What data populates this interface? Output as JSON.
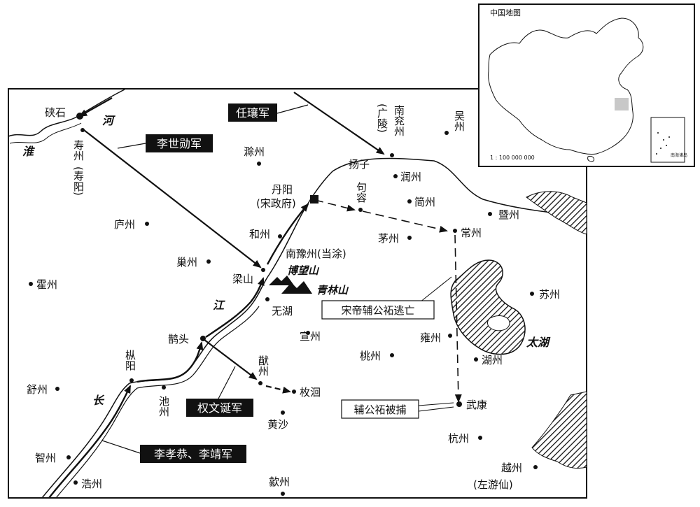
{
  "inset": {
    "title": "中国地图",
    "scale": "1 : 100 000 000",
    "island_label": "南海诸岛"
  },
  "places": {
    "xiashi": "硖石",
    "shouzhou": "寿州",
    "shouyang": "(寿阳)",
    "chuzhou": "滁州",
    "nanyanzhou": "南兖州",
    "guangling": "(广陵)",
    "wuzhou": "吴州",
    "yangzi": "扬子",
    "runzhou": "润州",
    "danyang": "丹阳",
    "song_gov": "(宋政府)",
    "jurong": "句容",
    "jianzhou": "简州",
    "luzhou": "庐州",
    "hezhou": "和州",
    "maozhou": "茅州",
    "changzhou": "常州",
    "jizhou": "暨州",
    "nanyuzhou": "南豫州(当涂)",
    "chaozhou": "巢州",
    "liangshan": "梁山",
    "huozhou": "霍州",
    "wuhu": "无湖",
    "suzhou": "苏州",
    "xuanzhou": "宣州",
    "quetou": "鹊头",
    "yongzhou": "雍州",
    "zongyang": "枞阳",
    "taozhou": "桃州",
    "huzhou": "湖州",
    "youzhou": "猷州",
    "meijiong": "枚洄",
    "shuzhou": "舒州",
    "chizhou": "池州",
    "wukang": "武康",
    "huangsha": "黄沙",
    "hangzhou": "杭州",
    "zhizhou": "智州",
    "yuezhou": "越州",
    "haozhou": "浩州",
    "shezhou": "歙州",
    "zuoyouxian": "(左游仙)"
  },
  "rivers": {
    "huai": "淮",
    "he": "河",
    "jiang": "江",
    "chang": "长"
  },
  "mountains": {
    "bowang": "博望山",
    "qinglin": "青林山"
  },
  "lake": {
    "taihu": "太湖"
  },
  "armies": {
    "renrang": "任瓖军",
    "lishiji": "李世勋军",
    "quanwendan": "权文诞军",
    "lixiaogong": "李孝恭、李靖军"
  },
  "callouts": {
    "escape": "宋帝辅公祏逃亡",
    "captured": "辅公祏被捕"
  },
  "colors": {
    "ink": "#111111",
    "army_label_bg": "#111111",
    "inset_highlight": "#c8c8c8"
  }
}
